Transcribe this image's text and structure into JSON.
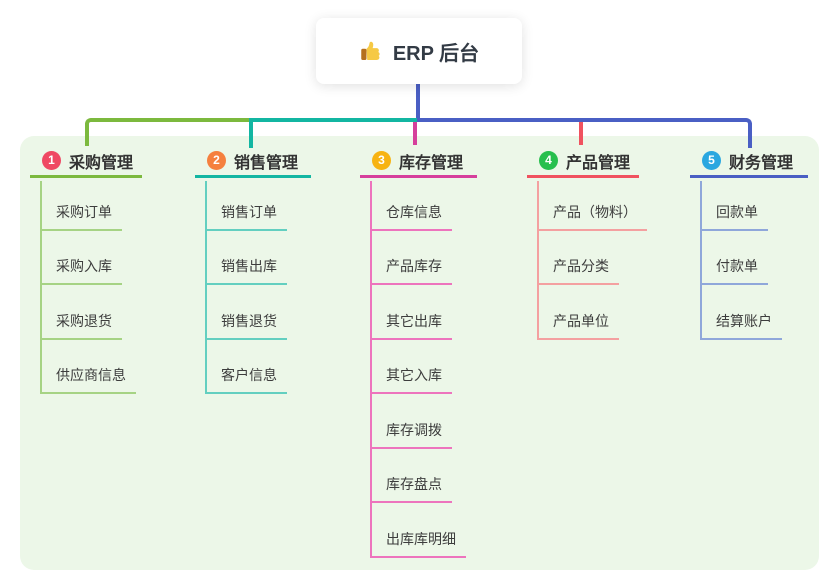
{
  "root": {
    "title": "ERP 后台",
    "icon": "thumbs-up-icon"
  },
  "colors": {
    "panel_bg": "#ecf7e8",
    "green": "#7cb93e",
    "teal": "#13b6a2",
    "magenta": "#d63f9c",
    "red": "#f0525f",
    "blue": "#4a5fc4"
  },
  "branches": [
    {
      "num": "1",
      "title": "采购管理",
      "color": "#7cb93e",
      "light_color": "#a6d384",
      "badge_color": "#ef4863",
      "children": [
        "采购订单",
        "采购入库",
        "采购退货",
        "供应商信息"
      ]
    },
    {
      "num": "2",
      "title": "销售管理",
      "color": "#13b6a2",
      "light_color": "#63cfc0",
      "badge_color": "#f5803e",
      "children": [
        "销售订单",
        "销售出库",
        "销售退货",
        "客户信息"
      ]
    },
    {
      "num": "3",
      "title": "库存管理",
      "color": "#d63f9c",
      "light_color": "#ed74bd",
      "badge_color": "#f7b312",
      "children": [
        "仓库信息",
        "产品库存",
        "其它出库",
        "其它入库",
        "库存调拨",
        "库存盘点",
        "出库库明细"
      ]
    },
    {
      "num": "4",
      "title": "产品管理",
      "color": "#f0525f",
      "light_color": "#f4a0a0",
      "badge_color": "#27bf4d",
      "children": [
        "产品（物料）",
        "产品分类",
        "产品单位"
      ]
    },
    {
      "num": "5",
      "title": "财务管理",
      "color": "#4a5fc4",
      "light_color": "#8fa7da",
      "badge_color": "#2aa7e0",
      "children": [
        "回款单",
        "付款单",
        "结算账户"
      ]
    }
  ]
}
